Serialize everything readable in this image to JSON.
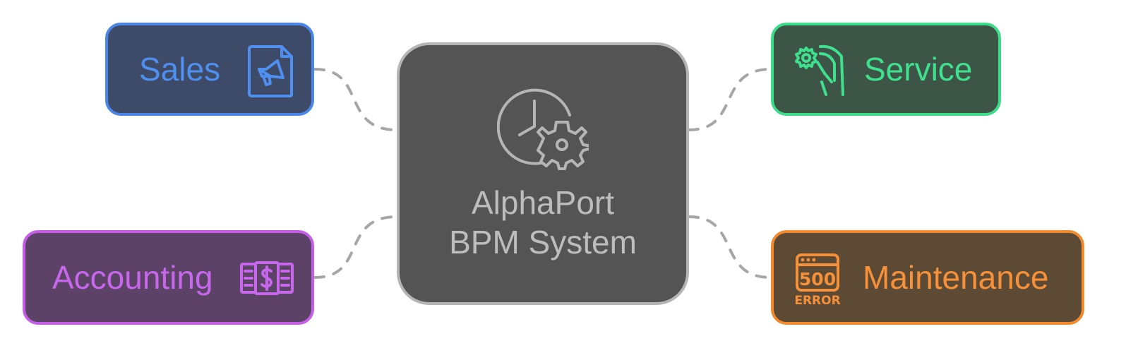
{
  "diagram": {
    "center": {
      "title_line1": "AlphaPort",
      "title_line2": "BPM System",
      "icon": "clock-gear-icon"
    },
    "branches": {
      "sales": {
        "label": "Sales",
        "icon": "megaphone-document-icon",
        "color": "#4a86e8"
      },
      "service": {
        "label": "Service",
        "icon": "hand-gear-icon",
        "color": "#3ddc8a"
      },
      "accounting": {
        "label": "Accounting",
        "icon": "money-ledger-icon",
        "color": "#c45ee6"
      },
      "maintenance": {
        "label": "Maintenance",
        "icon": "server-error-icon",
        "color": "#f38b2e",
        "icon_code": "500",
        "icon_text": "ERROR"
      }
    }
  }
}
